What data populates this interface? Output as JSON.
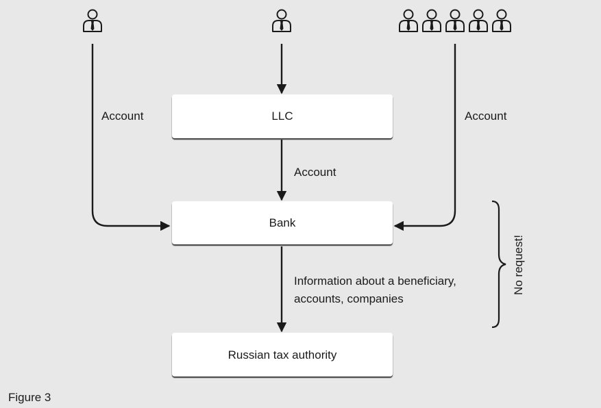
{
  "diagram": {
    "boxes": {
      "llc": "LLC",
      "bank": "Bank",
      "tax": "Russian tax authority"
    },
    "edges": {
      "left_account": "Account",
      "right_account": "Account",
      "llc_to_bank": "Account",
      "bank_to_tax_line1": "Information about a beneficiary,",
      "bank_to_tax_line2": "accounts, companies"
    },
    "bracket_label": "No request!",
    "caption": "Figure 3"
  },
  "people": {
    "left_count": 1,
    "center_count": 1,
    "right_count": 5
  }
}
